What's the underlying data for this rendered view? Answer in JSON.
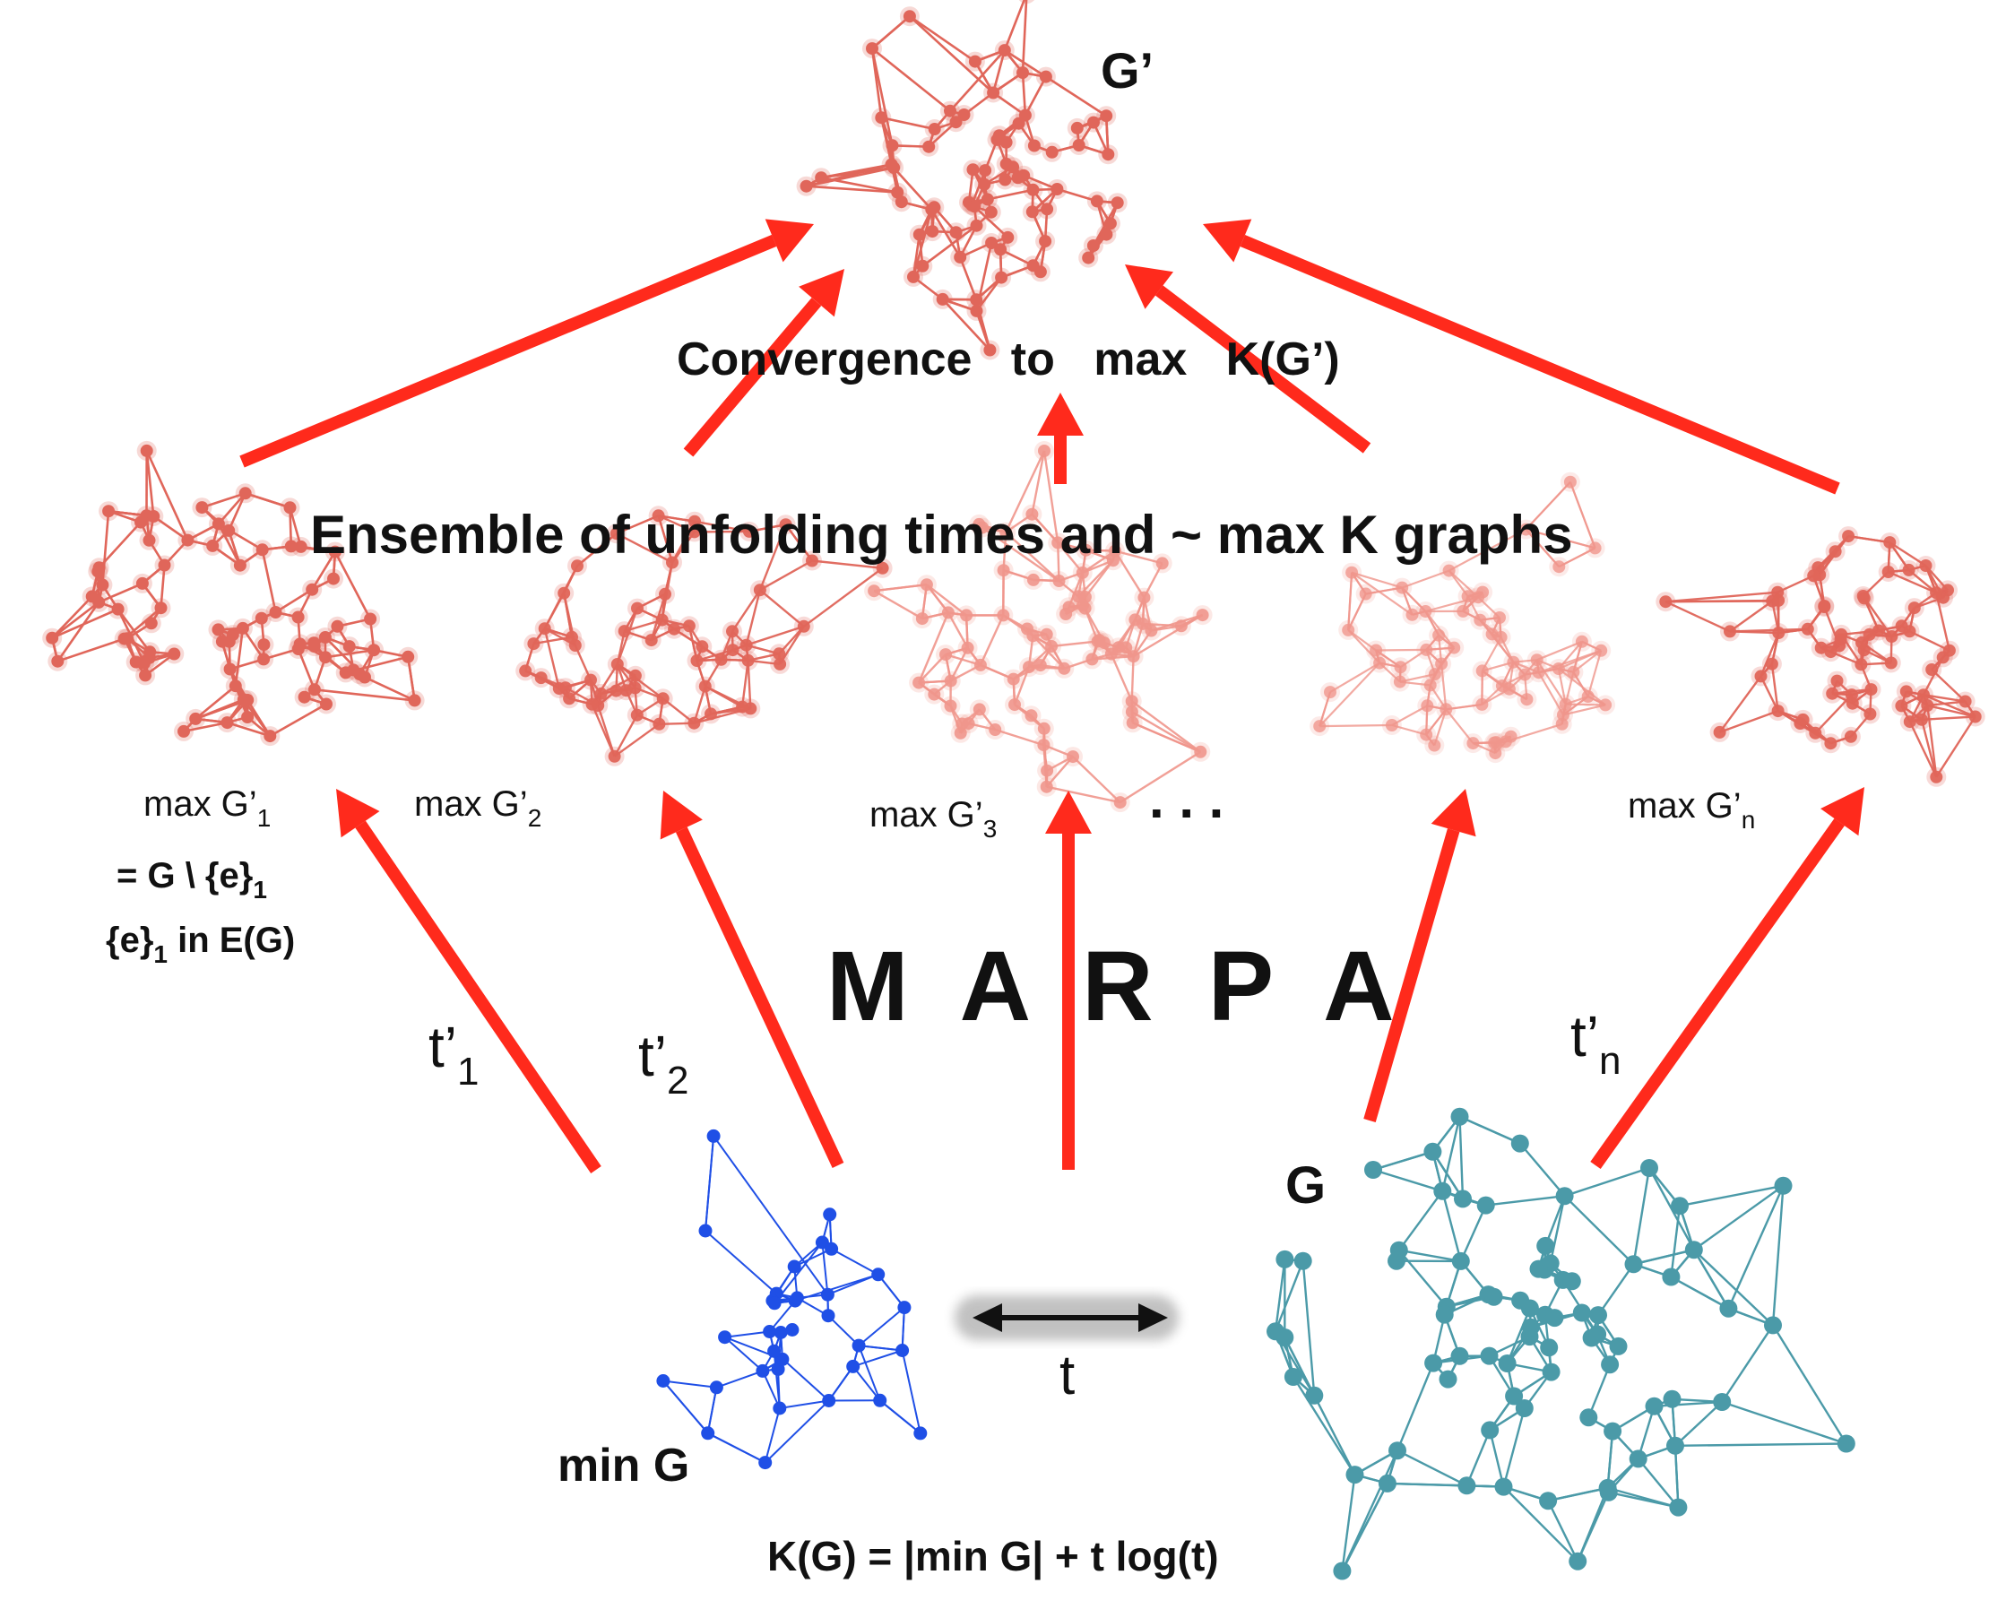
{
  "labels": {
    "g_prime": "G’",
    "convergence": "Convergence   to   max   K(G’)",
    "ensemble": "Ensemble of unfolding times and ~ max K graphs",
    "max1_base": "max G’",
    "max1_sub": "1",
    "max2_base": "max G’",
    "max2_sub": "2",
    "max3_base": "max G’",
    "max3_sub": "3",
    "maxn_base": "max G’",
    "maxn_sub": "n",
    "dots": ". . .",
    "eq_line1_base": "= G \\ {e}",
    "eq_line1_sub": "1",
    "eq_line2_a": "{e}",
    "eq_line2_sub": "1",
    "eq_line2_b": " in E(G)",
    "marpa": "M  A  R  P  A",
    "t1_base": "t’",
    "t1_sub": "1",
    "t2_base": "t’",
    "t2_sub": "2",
    "tn_base": "t’",
    "tn_sub": "n",
    "t": "t",
    "g": "G",
    "min_g": "min G",
    "formula": "K(G) = |min G| + t log(t)"
  },
  "colors": {
    "arrow": "#ff2a1c",
    "graph_red": "#e0665a",
    "graph_red_light": "#f0968c",
    "graph_blue": "#1f4fe6",
    "graph_teal": "#4b9aa8",
    "text": "#111111"
  }
}
